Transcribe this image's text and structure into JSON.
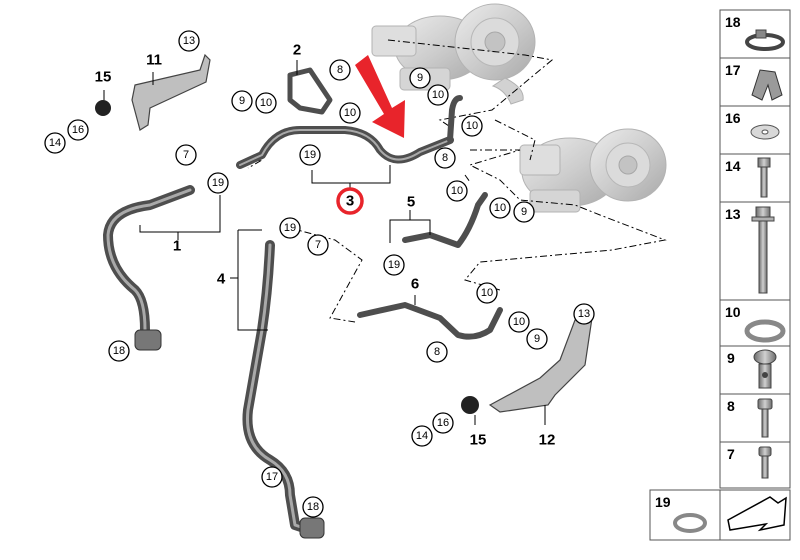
{
  "diagram": {
    "main_callouts": {
      "p1": "1",
      "p2": "2",
      "p3": "3",
      "p4": "4",
      "p5": "5",
      "p6": "6",
      "p11": "11",
      "p12": "12",
      "p15a": "15",
      "p15b": "15"
    },
    "circle_callouts": {
      "c13a": "13",
      "c14a": "14",
      "c16a": "16",
      "c8a": "8",
      "c9a": "9",
      "c10a": "10",
      "c10b": "10",
      "c9b": "9",
      "c10c": "10",
      "c10d": "10",
      "c8b": "8",
      "c7a": "7",
      "c19a": "19",
      "c19b": "19",
      "c18a": "18",
      "c19c": "19",
      "c7b": "7",
      "c10e": "10",
      "c10f": "10",
      "c9c": "9",
      "c19d": "19",
      "c10g": "10",
      "c10h": "10",
      "c9d": "9",
      "c8c": "8",
      "c13b": "13",
      "c14b": "14",
      "c16b": "16",
      "c17": "17",
      "c18b": "18"
    },
    "legend": [
      {
        "num": "18",
        "icon": "hose-clamp-icon"
      },
      {
        "num": "17",
        "icon": "clip-holder-icon"
      },
      {
        "num": "16",
        "icon": "washer-icon"
      },
      {
        "num": "14",
        "icon": "hex-bolt-short-icon"
      },
      {
        "num": "13",
        "icon": "hex-bolt-long-icon"
      },
      {
        "num": "10",
        "icon": "sealing-ring-icon"
      },
      {
        "num": "9",
        "icon": "banjo-bolt-icon"
      },
      {
        "num": "8",
        "icon": "socket-head-screw-icon"
      },
      {
        "num": "7",
        "icon": "small-screw-icon"
      }
    ],
    "legend_extra": {
      "num": "19",
      "icon": "gasket-ring-icon"
    },
    "colors": {
      "highlight": "#e8242b",
      "arrow": "#e8242b",
      "pipe": "#4e4e4e",
      "turbo": "#bdbdbd"
    }
  }
}
